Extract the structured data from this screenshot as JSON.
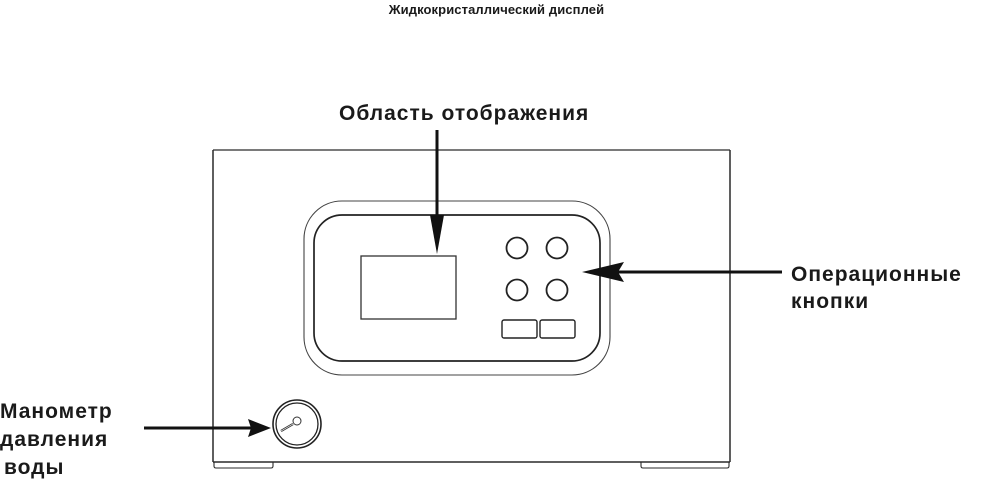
{
  "title": "Жидкокристаллический дисплей",
  "callouts": {
    "display_area": "Область отображения",
    "operation_buttons": {
      "line1": "Операционные",
      "line2": "кнопки"
    },
    "pressure_gauge": {
      "line1": "Манометр",
      "line2": "давления",
      "line3": "воды"
    }
  },
  "device": {
    "round_buttons_count": 4,
    "rect_buttons_count": 2,
    "colors": {
      "stroke": "#2a2a2a",
      "arrow": "#111111",
      "background": "#ffffff"
    }
  }
}
